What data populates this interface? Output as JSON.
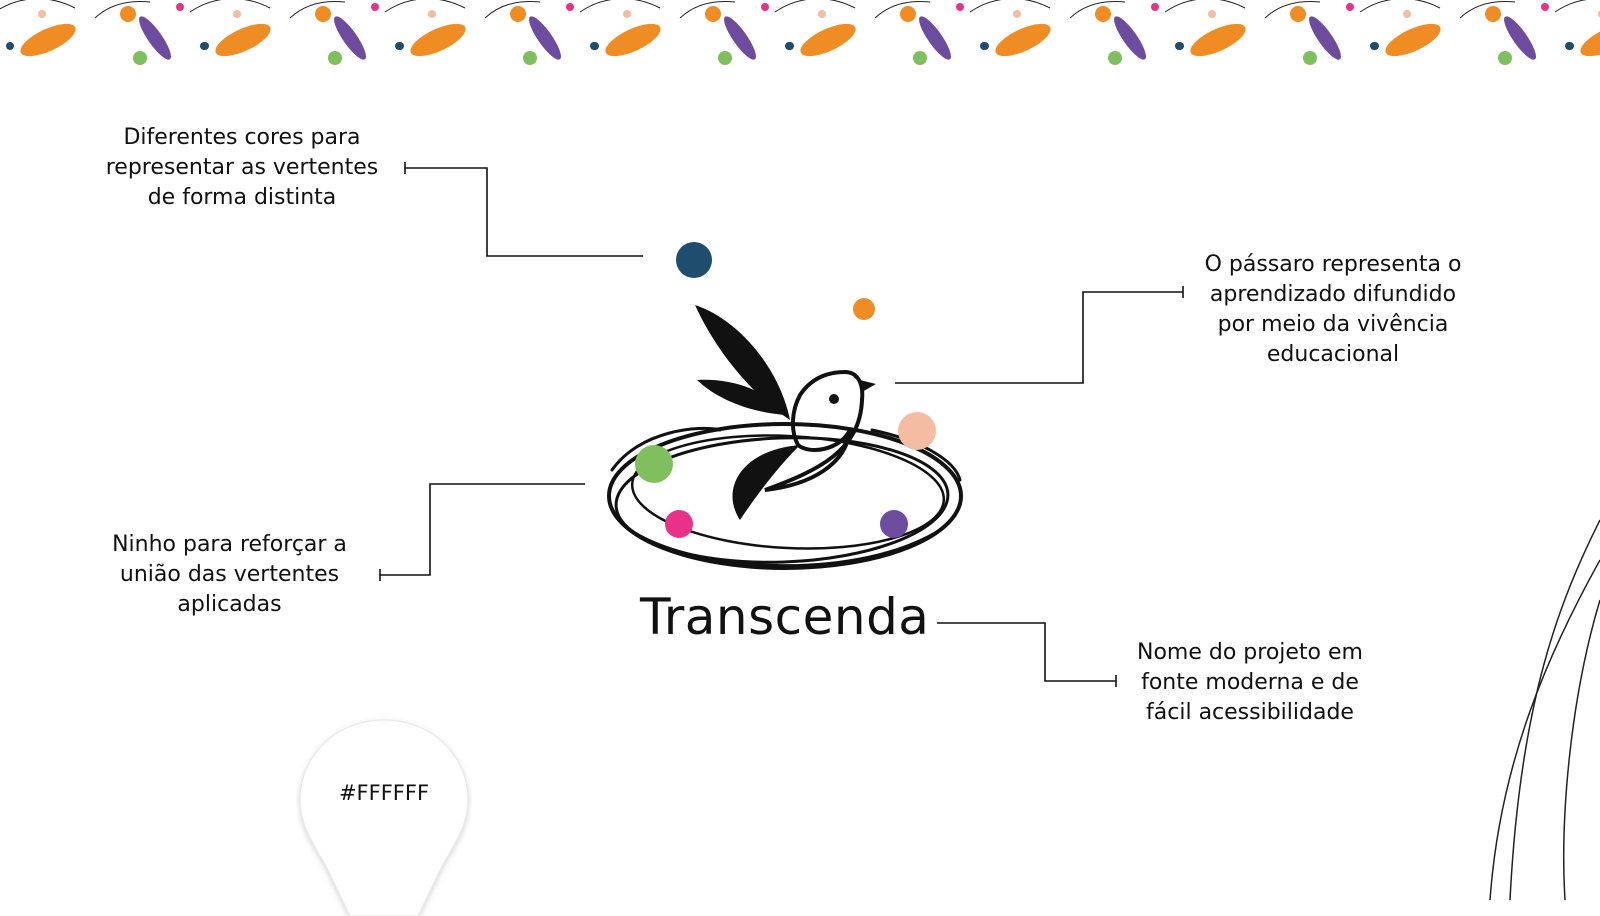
{
  "colors": {
    "navy": "#1f4d6e",
    "orange": "#f08c24",
    "purple": "#6d4c9f",
    "green": "#7fbf5f",
    "magenta": "#e8328a",
    "peach": "#f3bca3",
    "black": "#111111"
  },
  "annotations": {
    "colors": [
      "Diferentes cores para",
      "representar as vertentes",
      "de forma distinta"
    ],
    "bird": [
      "O pássaro representa o",
      "aprendizado difundido",
      "por meio da vivência",
      "educacional"
    ],
    "nest": [
      "Ninho para reforçar a",
      "união das vertentes",
      "aplicadas"
    ],
    "name": [
      "Nome do projeto em",
      "fonte moderna e de",
      "fácil acessibilidade"
    ]
  },
  "brand": {
    "name": "Transcenda"
  },
  "swatch": {
    "label": "#FFFFFF"
  }
}
